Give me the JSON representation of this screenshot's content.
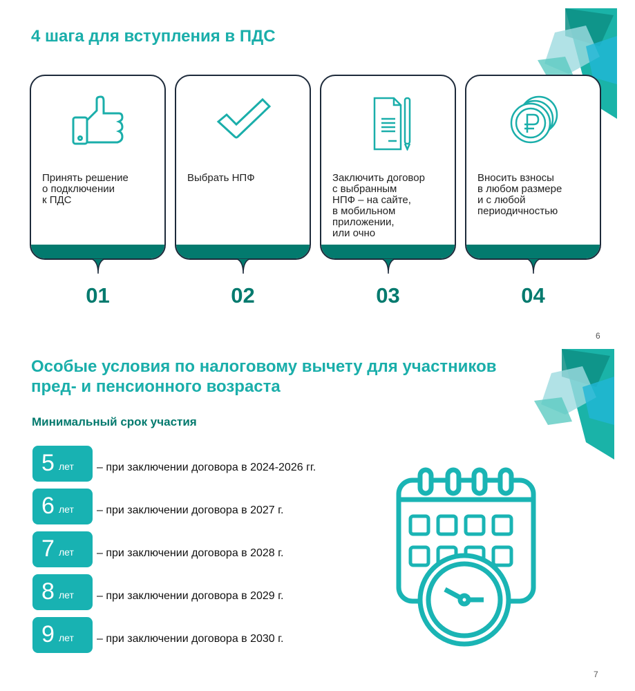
{
  "slide6": {
    "title": "4 шага для вступления в ПДС",
    "page": "6",
    "steps": [
      {
        "text": "Принять решение\nо подключении\nк ПДС",
        "number": "01",
        "icon": "thumbs-up-icon"
      },
      {
        "text": "Выбрать НПФ",
        "number": "02",
        "icon": "checkmark-icon"
      },
      {
        "text": "Заключить договор\nс выбранным\nНПФ – на сайте,\nв мобильном\nприложении,\nили очно",
        "number": "03",
        "icon": "document-pen-icon"
      },
      {
        "text": "Вносить взносы\nв любом размере\nи с любой\nпериодичностью",
        "number": "04",
        "icon": "ruble-coins-icon"
      }
    ]
  },
  "slide7": {
    "title_line1": "Особые условия по налоговому вычету для участников",
    "title_line2": "пред- и пенсионного возраста",
    "subtitle": "Минимальный срок участия",
    "page": "7",
    "conditions": [
      {
        "years": "5",
        "unit": "лет",
        "text": "– при заключении договора в 2024-2026 гг."
      },
      {
        "years": "6",
        "unit": "лет",
        "text": "– при заключении договора в 2027 г."
      },
      {
        "years": "7",
        "unit": "лет",
        "text": "– при заключении договора в 2028 г."
      },
      {
        "years": "8",
        "unit": "лет",
        "text": "– при заключении договора в 2029 г."
      },
      {
        "years": "9",
        "unit": "лет",
        "text": "– при заключении договора в 2030 г."
      }
    ]
  },
  "colors": {
    "accent": "#1aaeaa",
    "dark": "#037a6e",
    "badge": "#18b2b2"
  }
}
